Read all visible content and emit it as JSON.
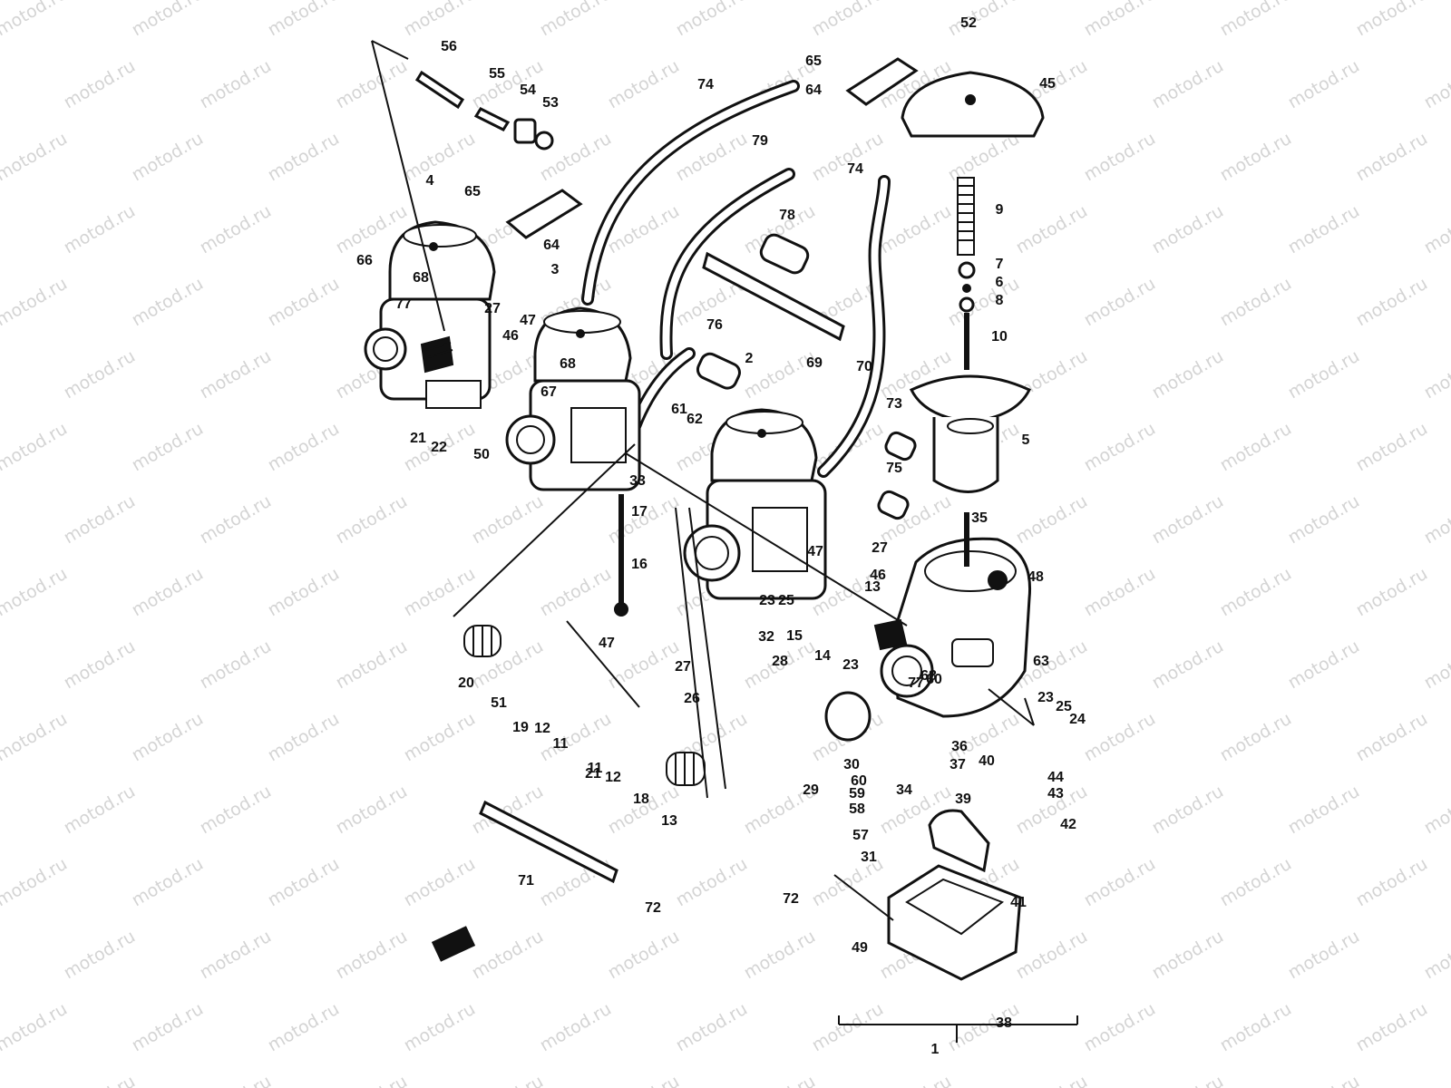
{
  "watermark": "motod.ru",
  "callouts": [
    "1",
    "2",
    "3",
    "4",
    "5",
    "6",
    "7",
    "8",
    "9",
    "10",
    "11",
    "11",
    "12",
    "12",
    "13",
    "13",
    "14",
    "15",
    "16",
    "17",
    "18",
    "19",
    "20",
    "21",
    "21",
    "22",
    "23",
    "23",
    "23",
    "24",
    "25",
    "25",
    "26",
    "27",
    "27",
    "27",
    "28",
    "29",
    "30",
    "31",
    "32",
    "33",
    "34",
    "35",
    "36",
    "37",
    "38",
    "39",
    "40",
    "41",
    "42",
    "43",
    "44",
    "45",
    "46",
    "46",
    "47",
    "47",
    "47",
    "48",
    "49",
    "50",
    "51",
    "52",
    "53",
    "54",
    "55",
    "56",
    "57",
    "58",
    "59",
    "60",
    "60",
    "61",
    "62",
    "63",
    "64",
    "64",
    "65",
    "65",
    "66",
    "67",
    "68",
    "68",
    "68",
    "69",
    "70",
    "71",
    "72",
    "72",
    "73",
    "74",
    "74",
    "75",
    "76",
    "77",
    "77",
    "78",
    "79"
  ],
  "colors": {
    "ink": "#111111",
    "paper": "#ffffff",
    "watermark": "#d4d4d4"
  }
}
